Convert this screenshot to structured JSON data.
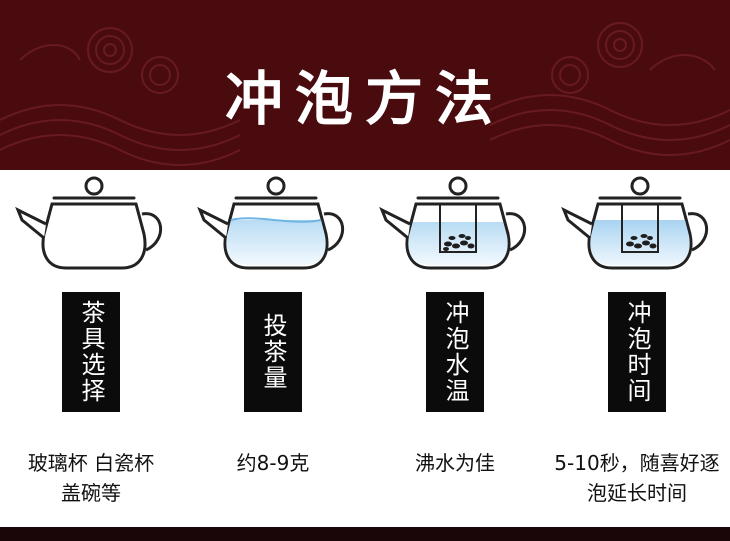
{
  "header": {
    "title": "冲泡方法"
  },
  "colors": {
    "banner": "#4a0b0f",
    "label_bg": "#0b0b0b",
    "water": "#8ec9ef"
  },
  "steps": [
    {
      "label": "茶具选择",
      "desc": "玻璃杯  白瓷杯\n盖碗等",
      "icon": "empty-teapot-icon"
    },
    {
      "label": "投茶量",
      "desc": "约8-9克",
      "icon": "teapot-with-water-icon"
    },
    {
      "label": "冲泡水温",
      "desc": "沸水为佳",
      "icon": "teapot-with-tea-leaves-icon"
    },
    {
      "label": "冲泡时间",
      "desc": "5-10秒，随喜好逐\n泡延长时间",
      "icon": "teapot-steeping-icon"
    }
  ]
}
